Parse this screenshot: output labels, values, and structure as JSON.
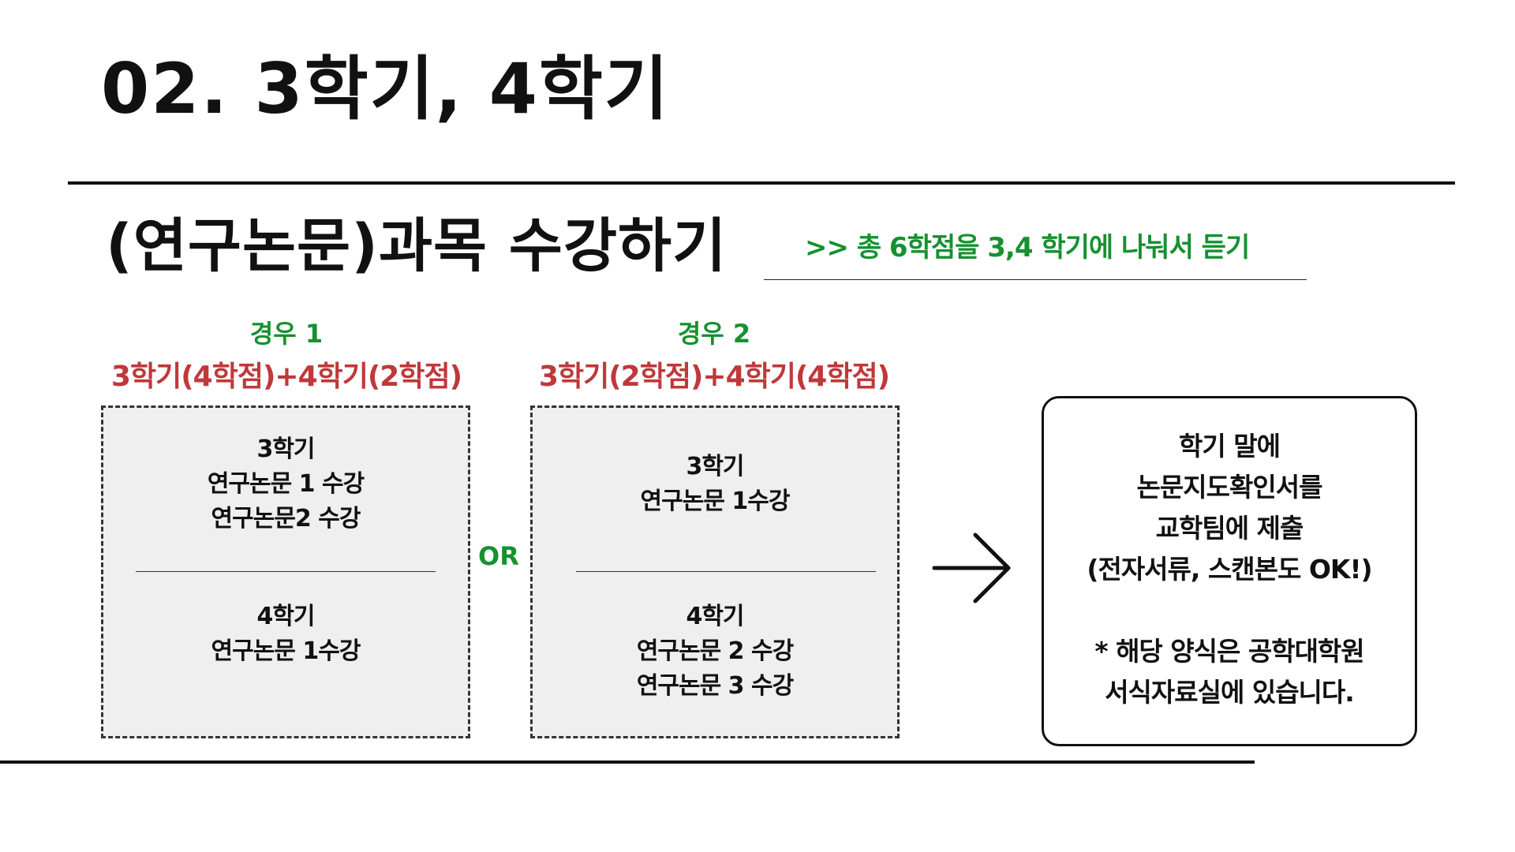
{
  "title": "02.   3학기, 4학기",
  "section": {
    "title": "(연구논문)과목 수강하기",
    "note": ">> 총 6학점을 3,4 학기에 나눠서 듣기"
  },
  "case1": {
    "label": "경우 1",
    "desc": "3학기(4학점)+4학기(2학점)",
    "top": [
      "3학기",
      "연구논문 1 수강",
      "연구논문2 수강"
    ],
    "bottom": [
      "4학기",
      "연구논문 1수강"
    ]
  },
  "or_label": "OR",
  "case2": {
    "label": "경우 2",
    "desc": "3학기(2학점)+4학기(4학점)",
    "top": [
      "3학기",
      "연구논문 1수강"
    ],
    "bottom": [
      "4학기",
      "연구논문 2 수강",
      "연구논문 3 수강"
    ]
  },
  "arrow_icon": "arrow-right-icon",
  "info": {
    "lines": [
      "학기 말에",
      "논문지도확인서를",
      "교학팀에 제출",
      "(전자서류, 스캔본도 OK!)"
    ],
    "note_lines": [
      "* 해당 양식은 공학대학원",
      "서식자료실에 있습니다."
    ]
  },
  "colors": {
    "green": "#15912f",
    "red": "#c0383a",
    "box_bg": "#efefef"
  }
}
